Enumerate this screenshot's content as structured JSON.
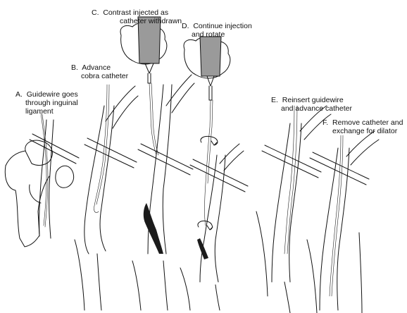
{
  "diagram": {
    "steps": [
      {
        "letter": "A.",
        "lines": [
          "Guidewire goes",
          "through inguinal",
          "ligament"
        ]
      },
      {
        "letter": "B.",
        "lines": [
          "Advance",
          "cobra catheter"
        ]
      },
      {
        "letter": "C.",
        "lines": [
          "Contrast injected as",
          "catheter withdrawn"
        ]
      },
      {
        "letter": "D.",
        "lines": [
          "Continue injection",
          "and rotate"
        ]
      },
      {
        "letter": "E.",
        "lines": [
          "Reinsert guidewire",
          "and advance catheter"
        ]
      },
      {
        "letter": "F.",
        "lines": [
          "Remove catheter and",
          "exchange for dilator"
        ]
      }
    ]
  },
  "colors": {
    "ink": "#111111",
    "syringe": "#9a9a9a",
    "background": "#ffffff"
  }
}
